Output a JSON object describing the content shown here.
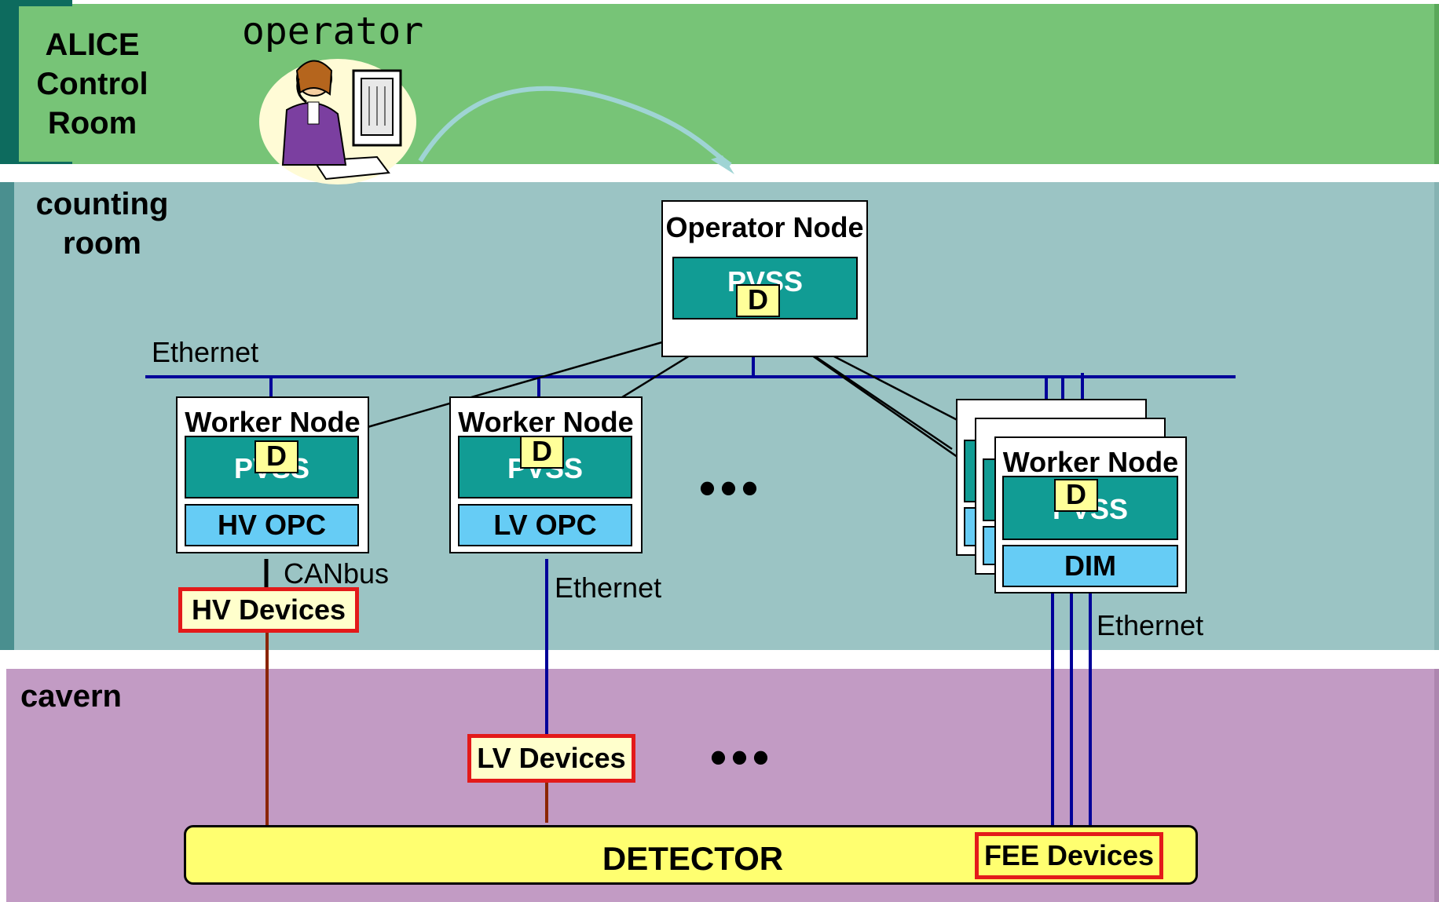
{
  "zones": {
    "control_room": "ALICE\nControl\nRoom",
    "counting_room": "counting\nroom",
    "cavern": "cavern"
  },
  "operator_label": "operator",
  "operator_node": {
    "title": "Operator Node",
    "pvss": "PVSS",
    "dim": "D"
  },
  "ethernet_label": "Ethernet",
  "worker_nodes": [
    {
      "title": "Worker Node",
      "pvss": "PVSS",
      "dim": "D",
      "driver": "HV OPC"
    },
    {
      "title": "Worker Node",
      "pvss": "PVSS",
      "dim": "D",
      "driver": "LV OPC"
    },
    {
      "title": "Worker Node",
      "pvss": "PVSS",
      "dim": "D",
      "driver": "DIM"
    }
  ],
  "links": {
    "canbus": "CANbus",
    "ethernet_lv": "Ethernet",
    "ethernet_fee": "Ethernet"
  },
  "ellipsis": "•••",
  "devices": {
    "hv": "HV Devices",
    "lv": "LV Devices",
    "fee": "FEE Devices"
  },
  "detector": "DETECTOR",
  "colors": {
    "control_room": "#77c477",
    "counting_room": "#9bc4c4",
    "cavern": "#c29bc4",
    "pvss": "#119c94",
    "opc": "#66ccf5",
    "device_border": "#e31a1a",
    "detector": "#ffff70",
    "ethernet_bus": "#000099",
    "canbus_line": "#8b2500"
  }
}
